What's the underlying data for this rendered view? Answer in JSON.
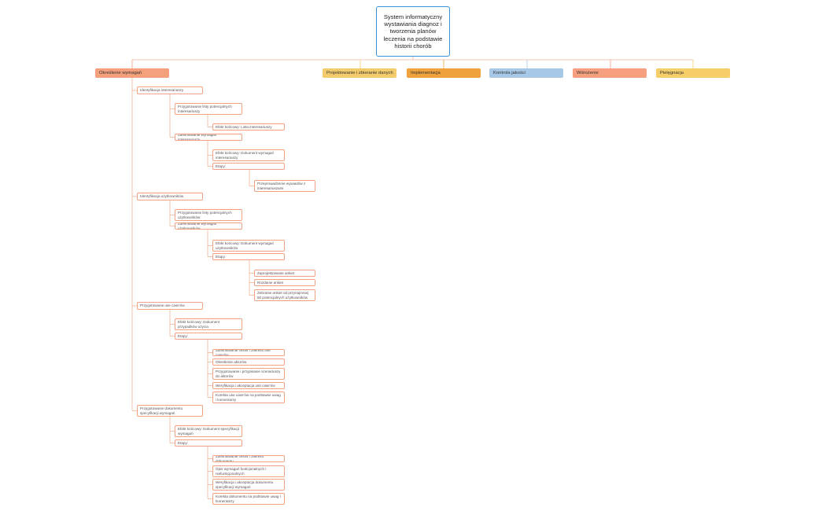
{
  "root": {
    "title": "System informatyczny wystawiania diagnoz i tworzenia planów leczenia na podstawie historii chorób"
  },
  "categories": [
    {
      "label": "Określenie wymagań",
      "color": "#f4a07c"
    },
    {
      "label": "Projektowanie i zbieranie danych",
      "color": "#f4cc6b"
    },
    {
      "label": "Implementacja",
      "color": "#f0a23c"
    },
    {
      "label": "Kontrola jakości",
      "color": "#a7c8e6"
    },
    {
      "label": "Wdrożenie",
      "color": "#f7a07f"
    },
    {
      "label": "Pielęgnacja",
      "color": "#f6cf6a"
    }
  ],
  "tree": {
    "n1": "Identyfikacja interesariuszy",
    "n1a": "Przygotowanie listy potencjalnych interesariuszy",
    "n1a1": "Efekt końcowy: Lista interesariuszy",
    "n1b": "Zdefiniowanie wymagań interesariuszy",
    "n1b1": "Efekt końcowy: Dokument wymagań interesariuszy",
    "n1b2": "Etapy:",
    "n1b2a": "Przeprowadzenie wywiadów z interesariuszami",
    "n2": "Identyfikacja użytkowników",
    "n2a": "Przygotowanie listy potencjalnych użytkowników",
    "n2b": "Zdefiniowanie wymagań użytkowników",
    "n2b1": "Efekt końcowy: Dokument wymagań użytkowników",
    "n2b2": "Etapy:",
    "n2b2a": "Zaprojektowanie ankiet",
    "n2b2b": "Rozdanie ankiet",
    "n2b2c": "Zebranie ankiet od przynajmniej 50 potencjalnych użytkowników",
    "n3": "Przygotowanie use case'ów",
    "n3a": "Efekt końcowy: Dokument przypadków użycia",
    "n3b": "Etapy:",
    "n3b1": "Zdefiniowanie celów i zakresu use case'ów",
    "n3b2": "Określenie aktorów",
    "n3b3": "Przygotowanie i przypisanie scenariuszy do aktorów",
    "n3b4": "Weryfikacja i akceptacja use case'ów",
    "n3b5": "Korekta use case'ów na podstawie uwag i komentarzy",
    "n4": "Przygotowanie dokumentu specyfikacji wymagań",
    "n4a": "Efekt końcowy: Dokument specyfikacji wymagań",
    "n4b": "Etapy:",
    "n4b1": "Zdefiniowanie celów i zakresu dokumentu",
    "n4b2": "Opis wymagań funkcjonalnych i niefunkcjonalnych",
    "n4b3": "Weryfikacja i akceptacja dokumentu specyfikacji wymagań",
    "n4b4": "Korekta dokumentu na podstawie uwag i komentarzy"
  }
}
